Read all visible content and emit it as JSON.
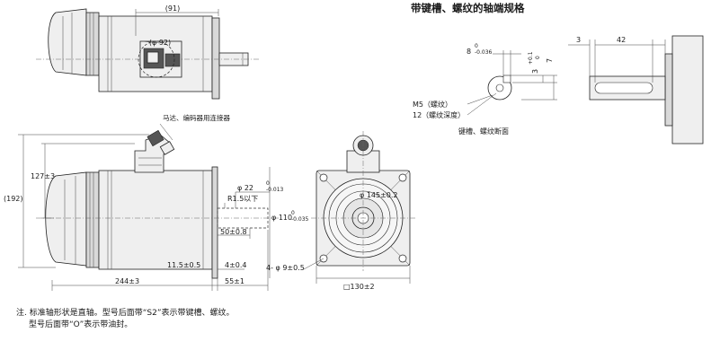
{
  "title": "带键槽、螺纹的轴端规格",
  "top_view": {
    "dim_91": "(91)",
    "dim_phi92": "(φ 92)"
  },
  "connector_label": "马达、编码器用连接器",
  "side_view": {
    "dim_127": "127±3",
    "dim_192": "(192)",
    "dim_phi22": "φ 22",
    "tol_phi22_top": "0",
    "tol_phi22_bot": "-0.013",
    "r_label": "R1.5以下",
    "dim_phi110": "φ 110",
    "tol_phi110_top": "0",
    "tol_phi110_bot": "-0.035",
    "dim_50": "50±0.8",
    "dim_11_5": "11.5±0.5",
    "dim_4": "4±0.4",
    "dim_244": "244±3",
    "dim_55": "55±1"
  },
  "front_view": {
    "dim_phi145": "φ 145±0.2",
    "dim_holes": "4- φ 9±0.5",
    "dim_130": "□130±2"
  },
  "shaft_end": {
    "dim_8": "8",
    "tol_8_top": "0",
    "tol_8_bot": "-0.036",
    "dim_3_side": "3",
    "tol_3_top": "+0.1",
    "tol_3_bot": "0",
    "dim_7": "7",
    "dim_3_top": "3",
    "dim_42": "42",
    "label_m5": "M5（螺纹）",
    "label_12": "12（螺纹深度）",
    "label_section": "键槽、螺纹断面"
  },
  "notes": {
    "line1": "注. 标准轴形状是直轴。型号后面带“S2”表示带键槽、螺纹。",
    "line2": "型号后面带“O”表示带油封。"
  }
}
